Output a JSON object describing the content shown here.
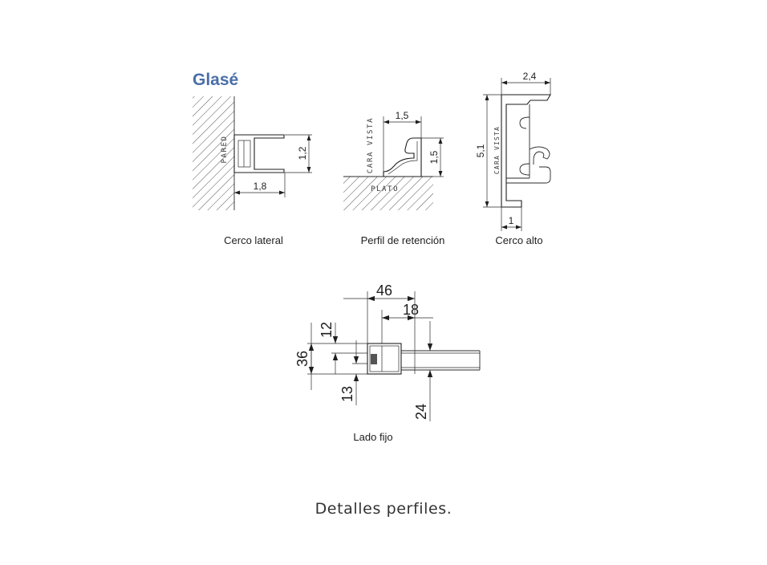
{
  "title": "Glasé",
  "colors": {
    "title": "#4a6fa8",
    "line": "#2a2a2a"
  },
  "cerco_lateral": {
    "label": "Cerco lateral",
    "wall_text": "PARED",
    "dim_height": "1,2",
    "dim_width": "1,8"
  },
  "perfil_retencion": {
    "label": "Perfil de retención",
    "face_text": "CARA VISTA",
    "floor_text": "PLATO",
    "dim_width": "1,5",
    "dim_height": "1,5"
  },
  "cerco_alto": {
    "label": "Cerco alto",
    "face_text": "CARA VISTA",
    "dim_width": "2,4",
    "dim_height": "5,1",
    "dim_foot": "1"
  },
  "lado_fijo": {
    "label": "Lado fijo",
    "dims": {
      "total_width": "46",
      "inner_width": "18",
      "top": "12",
      "height": "36",
      "bottom": "13",
      "glass": "24"
    }
  },
  "caption": "Detalles perfiles."
}
